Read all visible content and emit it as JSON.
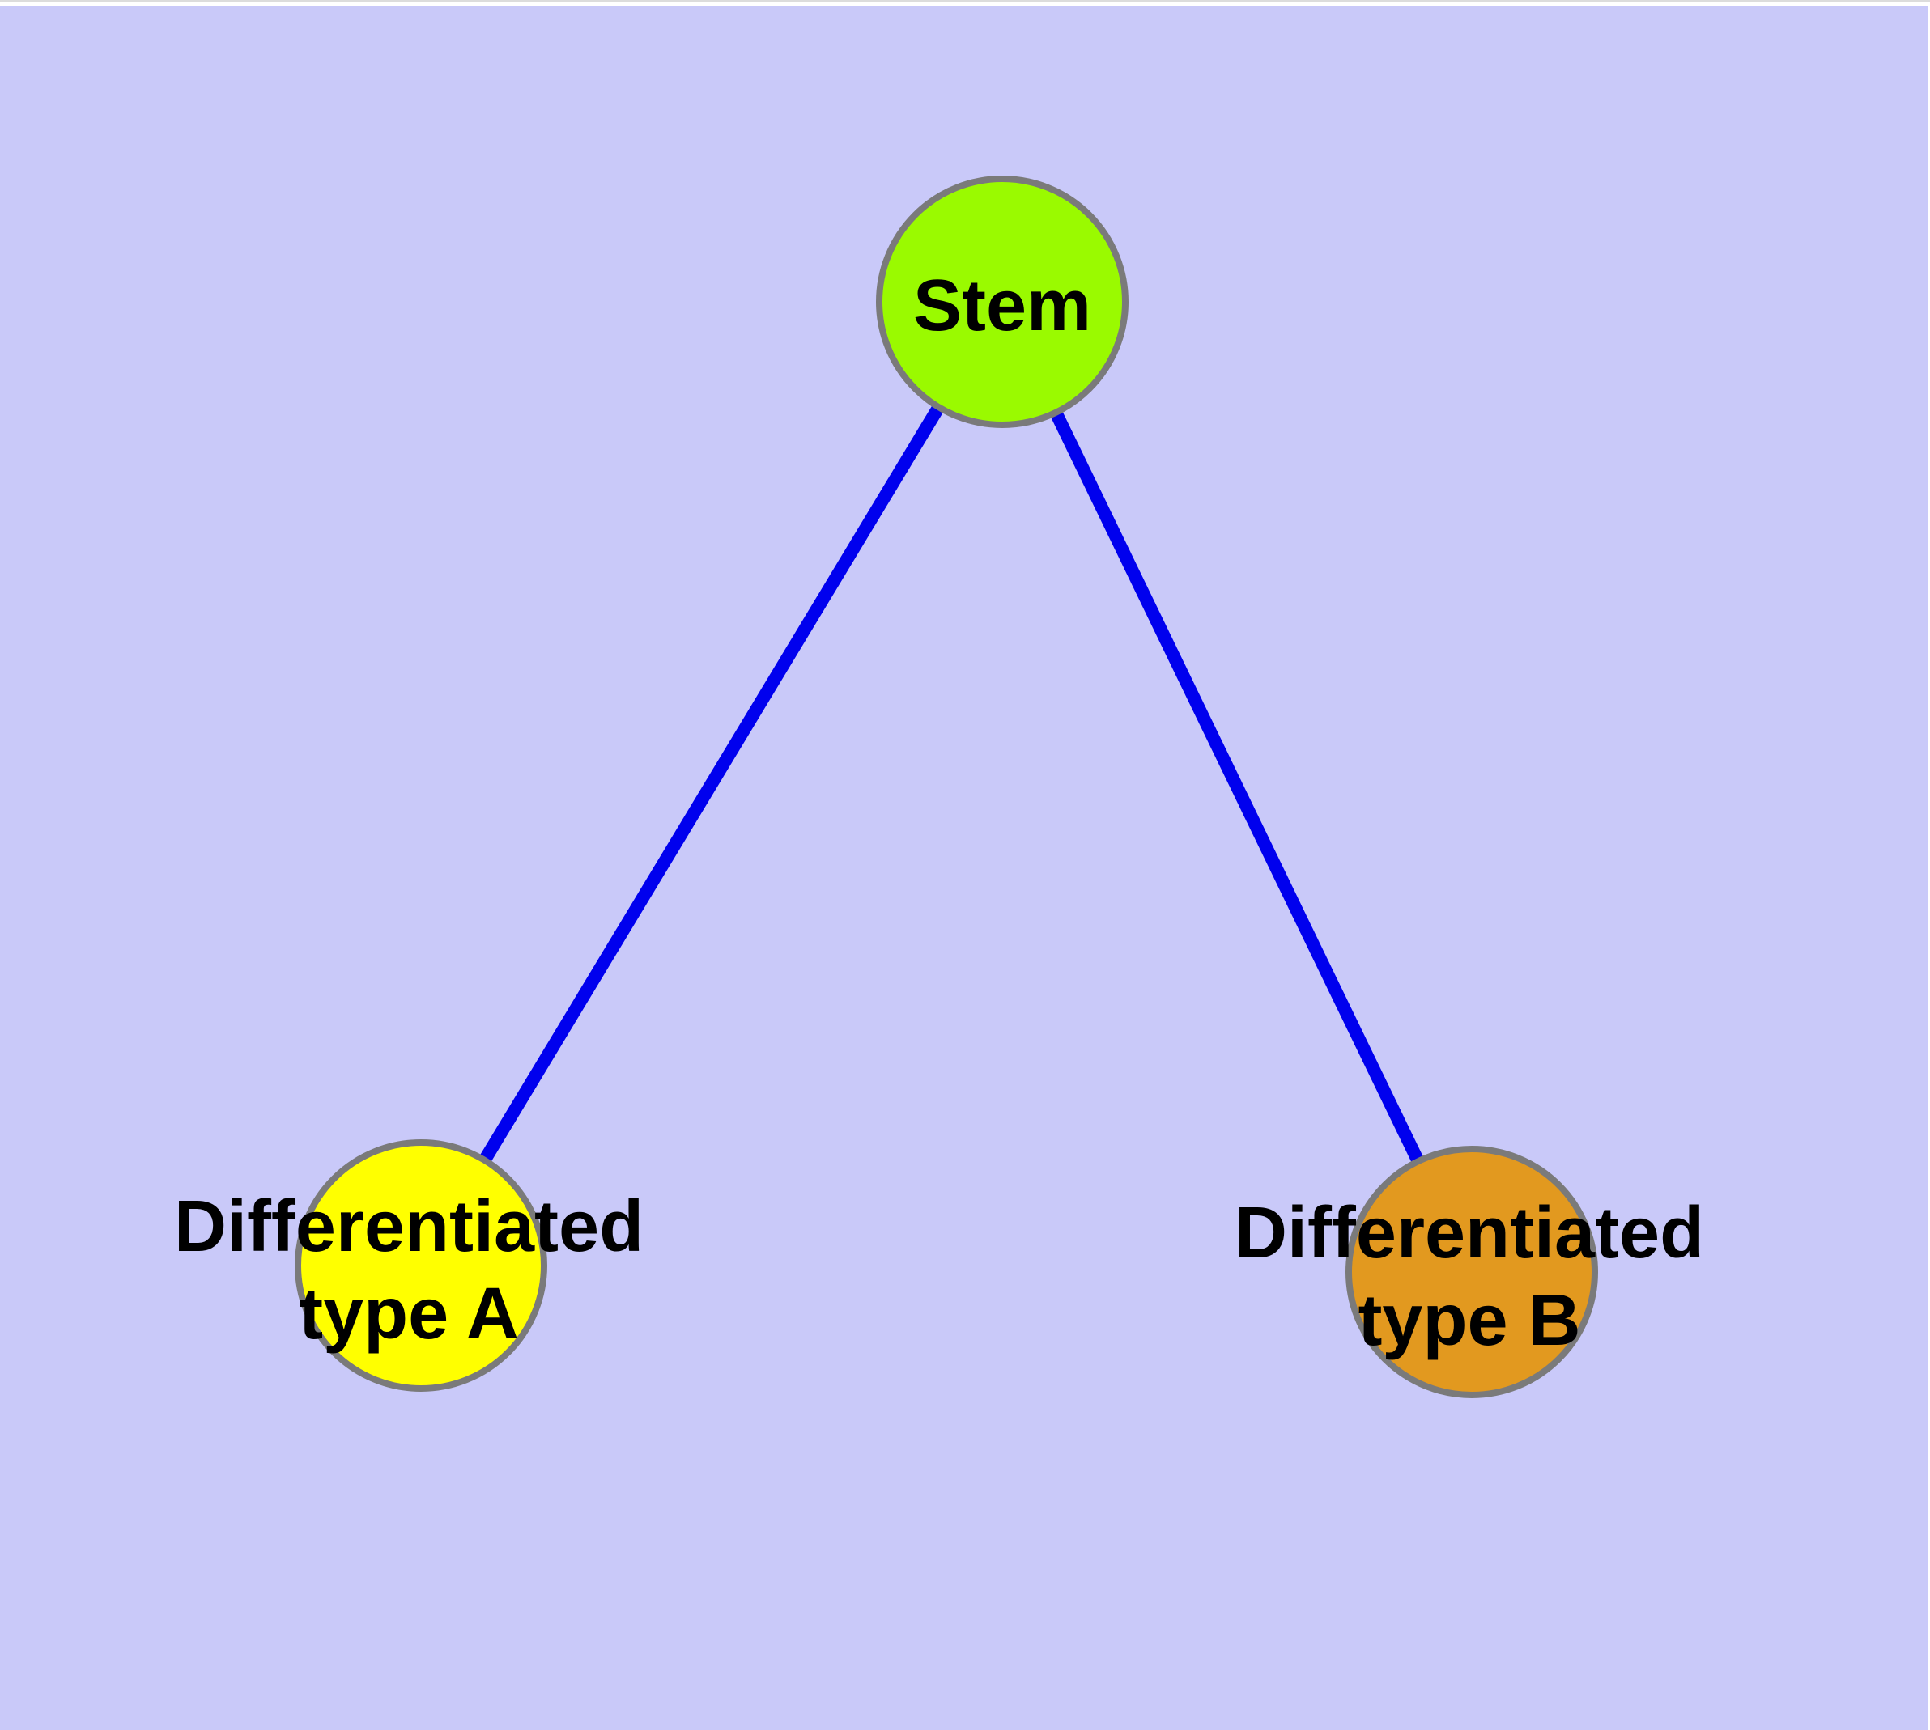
{
  "diagram": {
    "background_color": "#C9C9F9",
    "edge_color": "#0000EE",
    "node_border_color": "#7A7A7A",
    "label_color": "#000000",
    "nodes": [
      {
        "id": "stem",
        "label": "Stem",
        "lines": [
          "Stem"
        ],
        "fill_color": "#9AFA00"
      },
      {
        "id": "differentiated-type-a",
        "label": "Differentiated type A",
        "lines": [
          "Differentiated",
          "type A"
        ],
        "fill_color": "#FFFF00"
      },
      {
        "id": "differentiated-type-b",
        "label": "Differentiated type B",
        "lines": [
          "Differentiated",
          "type B"
        ],
        "fill_color": "#E2991F"
      }
    ],
    "edges": [
      {
        "from": "Stem",
        "to": "Differentiated type A"
      },
      {
        "from": "Stem",
        "to": "Differentiated type B"
      }
    ]
  }
}
